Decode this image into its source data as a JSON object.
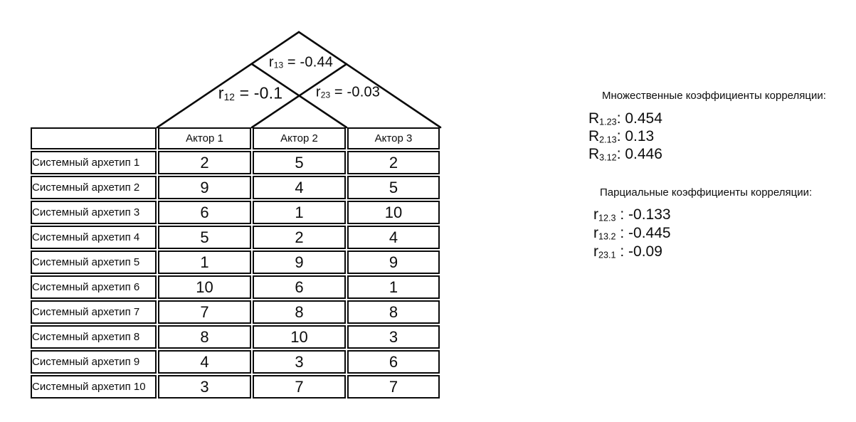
{
  "page": {
    "background_color": "#ffffff",
    "text_color": "#000000"
  },
  "roof_diagram": {
    "description": "pairwise-correlation roof lattice above table",
    "labels": {
      "r12": {
        "base": "r",
        "sub": "12",
        "rest": " = -0.1"
      },
      "r13": {
        "base": "r",
        "sub": "13",
        "rest": " = -0.44"
      },
      "r23": {
        "base": "r",
        "sub": "23",
        "rest": " = -0.03"
      }
    }
  },
  "table": {
    "corner": "",
    "col_headers": [
      "Актор 1",
      "Актор 2",
      "Актор 3"
    ],
    "rows": [
      {
        "label": "Системный архетип 1",
        "values": [
          "2",
          "5",
          "2"
        ]
      },
      {
        "label": "Системный архетип 2",
        "values": [
          "9",
          "4",
          "5"
        ]
      },
      {
        "label": "Системный архетип 3",
        "values": [
          "6",
          "1",
          "10"
        ]
      },
      {
        "label": "Системный архетип 4",
        "values": [
          "5",
          "2",
          "4"
        ]
      },
      {
        "label": "Системный архетип 5",
        "values": [
          "1",
          "9",
          "9"
        ]
      },
      {
        "label": "Системный архетип 6",
        "values": [
          "10",
          "6",
          "1"
        ]
      },
      {
        "label": "Системный архетип 7",
        "values": [
          "7",
          "8",
          "8"
        ]
      },
      {
        "label": "Системный архетип 8",
        "values": [
          "8",
          "10",
          "3"
        ]
      },
      {
        "label": "Системный архетип 9",
        "values": [
          "4",
          "3",
          "6"
        ]
      },
      {
        "label": "Системный архетип 10",
        "values": [
          "3",
          "7",
          "7"
        ]
      }
    ]
  },
  "multiple_coefficients": {
    "heading": "Множественные коэффициенты корреляции:",
    "items": [
      {
        "base": "R",
        "sub": "1.23",
        "rest": ": 0.454"
      },
      {
        "base": "R",
        "sub": "2.13",
        "rest": ": 0.13"
      },
      {
        "base": "R",
        "sub": "3.12",
        "rest": ": 0.446"
      }
    ]
  },
  "partial_coefficients": {
    "heading": "Парциальные коэффициенты корреляции:",
    "items": [
      {
        "base": "r",
        "sub": "12.3",
        "rest": " : -0.133"
      },
      {
        "base": "r",
        "sub": "13.2",
        "rest": " : -0.445"
      },
      {
        "base": "r",
        "sub": "23.1",
        "rest": " : -0.09"
      }
    ]
  }
}
